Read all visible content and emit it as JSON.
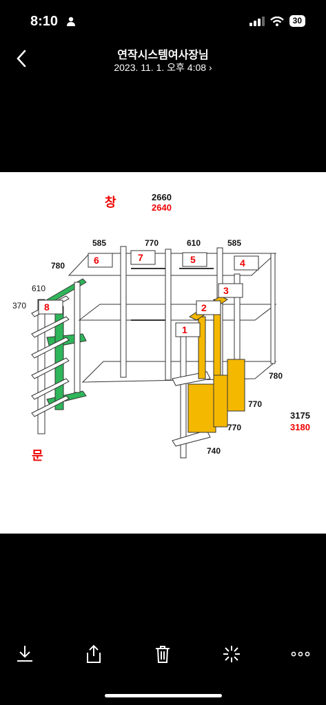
{
  "status": {
    "time": "8:10",
    "battery": "30"
  },
  "header": {
    "title": "연작시스템여사장님",
    "subtitle": "2023. 11. 1. 오후 4:08"
  },
  "image": {
    "window_label": "창",
    "door_label": "문",
    "top_dims": {
      "total": "2660",
      "total_red": "2640",
      "d1": "585",
      "d2": "770",
      "d3": "610",
      "d4": "585"
    },
    "left_dims": {
      "depth": "780",
      "d610": "610",
      "d370": "370"
    },
    "right_dims": {
      "r780": "780",
      "r770a": "770",
      "r770b": "770",
      "r740": "740",
      "r3175": "3175",
      "r3180": "3180"
    },
    "markers": [
      "1",
      "2",
      "3",
      "4",
      "5",
      "6",
      "7",
      "8"
    ]
  },
  "toolbar": {
    "download": "download-icon",
    "share": "share-icon",
    "trash": "trash-icon",
    "magic": "magic-icon",
    "more": "more-icon"
  }
}
